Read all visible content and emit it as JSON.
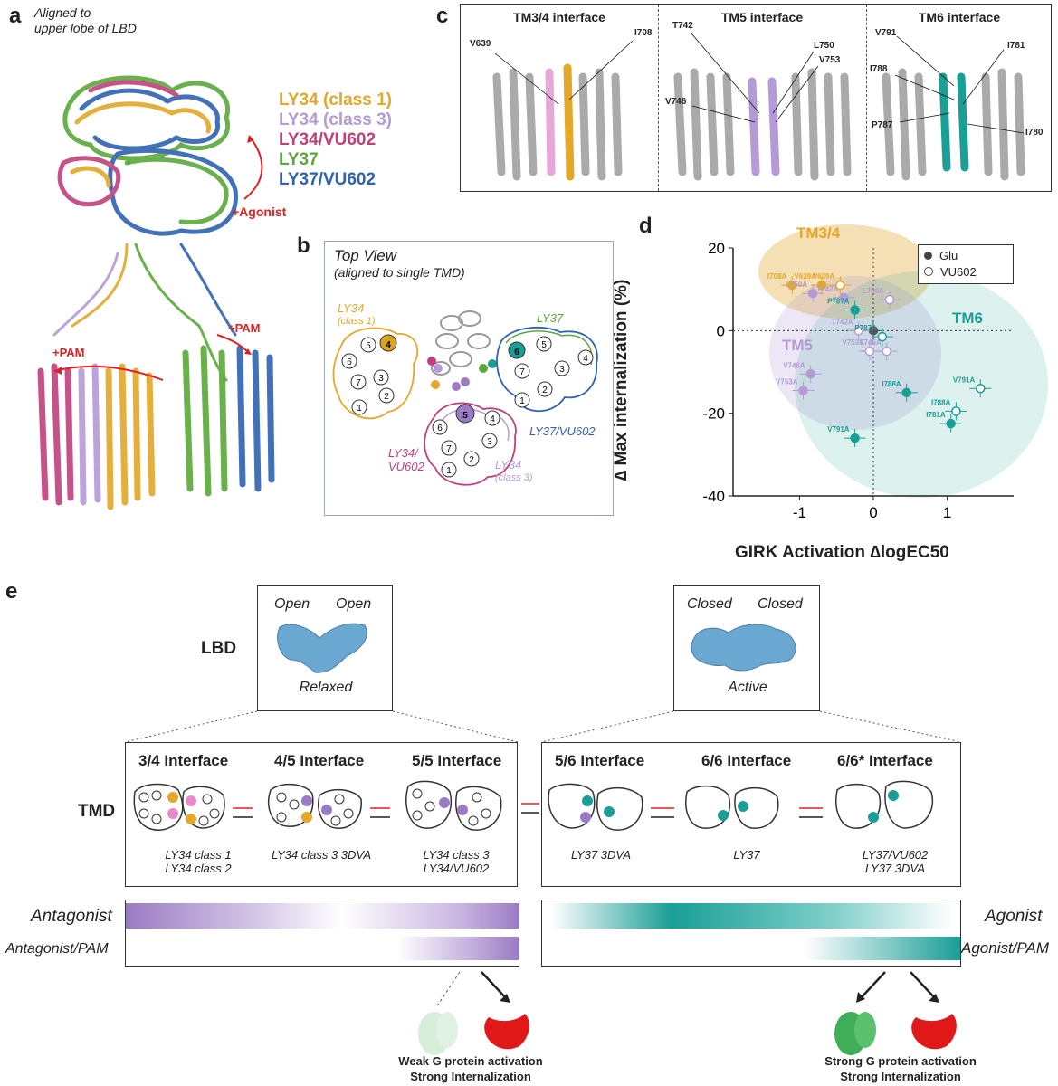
{
  "panel_a": {
    "label": "a",
    "caption_lines": [
      "Aligned to",
      "upper lobe of LBD"
    ],
    "legend": [
      {
        "text": "LY34 (class 1)",
        "color": "#e3a72a"
      },
      {
        "text": "LY34 (class 3)",
        "color": "#b49bd6"
      },
      {
        "text": "LY34/VU602",
        "color": "#c0407e"
      },
      {
        "text": "LY37",
        "color": "#5aa83a"
      },
      {
        "text": "LY37/VU602",
        "color": "#2f62b0"
      }
    ],
    "agonist_label": "+Agonist",
    "pam_left": "+PAM",
    "pam_right": "+PAM"
  },
  "panel_b": {
    "label": "b",
    "title": "Top View",
    "subtitle": "(aligned to single TMD)",
    "groups": [
      {
        "name_lines": [
          "LY34",
          "(class 1)"
        ],
        "color": "#e3a72a"
      },
      {
        "name_lines": [
          "LY37"
        ],
        "color": "#5aa83a"
      },
      {
        "name_lines": [
          "LY37/VU602"
        ],
        "color": "#2f62b0"
      },
      {
        "name_lines": [
          "LY34/",
          "VU602"
        ],
        "color": "#c0407e"
      },
      {
        "name_lines": [
          "LY34",
          "(class 3)"
        ],
        "color": "#b49bd6"
      }
    ],
    "helix_numbers": [
      "1",
      "2",
      "3",
      "4",
      "5",
      "6",
      "7"
    ]
  },
  "panel_c": {
    "label": "c",
    "sections": [
      {
        "title": "TM3/4 interface",
        "residues": [
          "V639",
          "I708"
        ],
        "color": "#e3a72a"
      },
      {
        "title": "TM5 interface",
        "residues": [
          "T742",
          "L750",
          "V753",
          "V746"
        ],
        "color": "#b49bd6"
      },
      {
        "title": "TM6 interface",
        "residues": [
          "V791",
          "I781",
          "I788",
          "P787",
          "I780"
        ],
        "color": "#1a9e96"
      }
    ]
  },
  "panel_d": {
    "label": "d",
    "legend": [
      {
        "text": "Glu",
        "marker": "filled"
      },
      {
        "text": "VU602",
        "marker": "open"
      }
    ],
    "region_labels": [
      {
        "text": "TM3/4",
        "color": "#e3a72a"
      },
      {
        "text": "TM5",
        "color": "#b49bd6"
      },
      {
        "text": "TM6",
        "color": "#1a9e96"
      }
    ]
  },
  "chart_data": {
    "type": "scatter",
    "title": "",
    "xlabel": "GIRK Activation ∆logEC50",
    "ylabel": "∆ Max internalization (%)",
    "xlim": [
      -1.9,
      1.9
    ],
    "ylim": [
      -40,
      20
    ],
    "xticks": [
      -1,
      0,
      1
    ],
    "yticks": [
      -40,
      -20,
      0,
      20
    ],
    "grid": false,
    "legend_position": "top-right",
    "series": [
      {
        "name": "Glu",
        "points": [
          {
            "label": "",
            "x": 0.0,
            "y": 0,
            "group": "WT",
            "color": "#555555"
          },
          {
            "label": "I708A",
            "x": -1.1,
            "y": 11,
            "group": "TM3/4",
            "color": "#e3a72a"
          },
          {
            "label": "V639A",
            "x": -0.7,
            "y": 11,
            "group": "TM3/4",
            "color": "#e3a72a"
          },
          {
            "label": "L750A",
            "x": -0.82,
            "y": 9,
            "group": "TM5",
            "color": "#b49bd6"
          },
          {
            "label": "T742A",
            "x": -0.4,
            "y": 8,
            "group": "TM5",
            "color": "#b49bd6"
          },
          {
            "label": "V746A",
            "x": -0.85,
            "y": -10.5,
            "group": "TM5",
            "color": "#b49bd6"
          },
          {
            "label": "V753A",
            "x": -0.95,
            "y": -14.5,
            "group": "TM5",
            "color": "#b49bd6"
          },
          {
            "label": "P787A",
            "x": -0.25,
            "y": 5,
            "group": "TM6",
            "color": "#1a9e96"
          },
          {
            "label": "I788A",
            "x": 0.45,
            "y": -15,
            "group": "TM6",
            "color": "#1a9e96"
          },
          {
            "label": "I781A",
            "x": 1.05,
            "y": -22.5,
            "group": "TM6",
            "color": "#1a9e96"
          },
          {
            "label": "V791A",
            "x": -0.25,
            "y": -26,
            "group": "TM6",
            "color": "#1a9e96"
          }
        ]
      },
      {
        "name": "VU602",
        "points": [
          {
            "label": "V639A",
            "x": -0.45,
            "y": 11,
            "group": "TM3/4",
            "color": "#e3a72a"
          },
          {
            "label": "L750A",
            "x": 0.22,
            "y": 7.5,
            "group": "TM5",
            "color": "#b49bd6"
          },
          {
            "label": "T742A",
            "x": -0.2,
            "y": 0,
            "group": "TM5",
            "color": "#b49bd6"
          },
          {
            "label": "V753A",
            "x": -0.05,
            "y": -5,
            "group": "TM5",
            "color": "#b49bd6"
          },
          {
            "label": "V746A",
            "x": 0.18,
            "y": -5,
            "group": "TM5",
            "color": "#b49bd6"
          },
          {
            "label": "P787A",
            "x": 0.12,
            "y": -1.5,
            "group": "TM6",
            "color": "#1a9e96"
          },
          {
            "label": "V791A",
            "x": 1.45,
            "y": -14,
            "group": "TM6",
            "color": "#1a9e96"
          },
          {
            "label": "I788A",
            "x": 1.12,
            "y": -19.5,
            "group": "TM6",
            "color": "#1a9e96"
          }
        ]
      }
    ]
  },
  "panel_e": {
    "label": "e",
    "lbd_label": "LBD",
    "tmd_label": "TMD",
    "left_state": {
      "top_left": "Open",
      "top_right": "Open",
      "bottom": "Relaxed"
    },
    "right_state": {
      "top_left": "Closed",
      "top_right": "Closed",
      "bottom": "Active"
    },
    "interfaces": [
      {
        "title": "3/4 Interface",
        "caption_lines": [
          "LY34 class 1",
          "LY34 class 2"
        ]
      },
      {
        "title": "4/5 Interface",
        "caption_lines": [
          "LY34 class 3 3DVA"
        ]
      },
      {
        "title": "5/5 Interface",
        "caption_lines": [
          "LY34 class 3",
          "LY34/VU602"
        ]
      },
      {
        "title": "5/6 Interface",
        "caption_lines": [
          "LY37 3DVA"
        ]
      },
      {
        "title": "6/6 Interface",
        "caption_lines": [
          "LY37"
        ]
      },
      {
        "title": "6/6* Interface",
        "caption_lines": [
          "LY37/VU602",
          "LY37 3DVA"
        ]
      }
    ],
    "bars": {
      "antagonist": "Antagonist",
      "antagonist_pam": "Antagonist/PAM",
      "agonist": "Agonist",
      "agonist_pam": "Agonist/PAM",
      "antagonist_color": "#9b7cc4",
      "agonist_color": "#1a9e96"
    },
    "outcomes": [
      {
        "lines": [
          "Weak G protein activation",
          "Strong Internalization"
        ]
      },
      {
        "lines": [
          "Strong G protein activation",
          "Strong Internalization"
        ]
      }
    ]
  }
}
